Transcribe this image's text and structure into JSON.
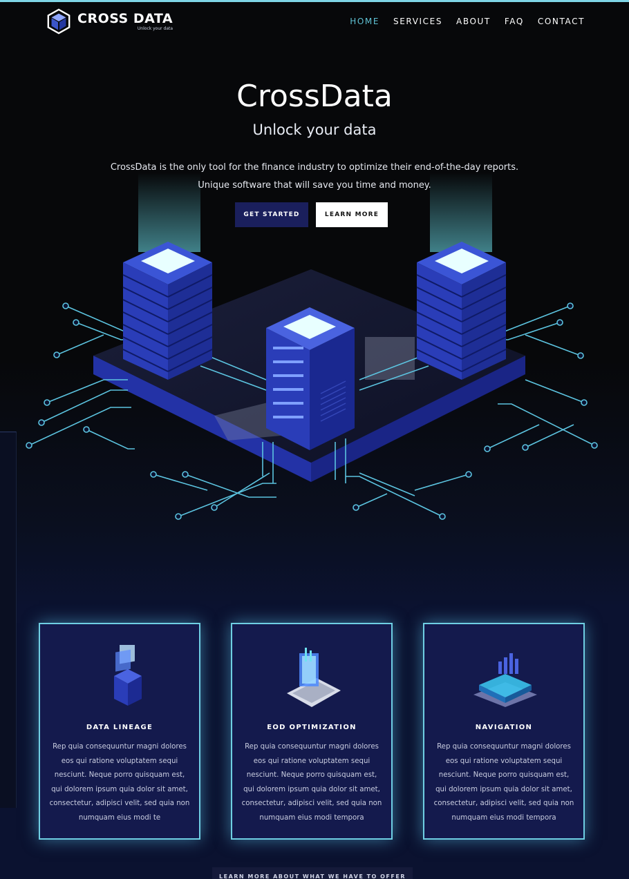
{
  "brand": {
    "name": "CROSS DATA",
    "tagline": "Unlock your data"
  },
  "nav": {
    "items": [
      {
        "label": "HOME",
        "active": true
      },
      {
        "label": "SERVICES",
        "active": false
      },
      {
        "label": "ABOUT",
        "active": false
      },
      {
        "label": "FAQ",
        "active": false
      },
      {
        "label": "CONTACT",
        "active": false
      }
    ]
  },
  "hero": {
    "title": "CrossData",
    "subtitle": "Unlock your data",
    "description_line1": "CrossData is the only tool for the finance industry to optimize their end-of-the-day reports.",
    "description_line2": "Unique software that will save you time and money.",
    "primary_button": "GET STARTED",
    "secondary_button": "LEARN MORE"
  },
  "features": [
    {
      "icon": "data-lineage-icon",
      "title": "DATA LINEAGE",
      "body": "Rep quia consequuntur magni dolores eos qui ratione voluptatem sequi nesciunt. Neque porro quisquam est, qui dolorem ipsum quia dolor sit amet, consectetur, adipisci velit, sed quia non numquam eius modi te"
    },
    {
      "icon": "laptop-chart-icon",
      "title": "EOD OPTIMIZATION",
      "body": "Rep quia consequuntur magni dolores eos qui ratione voluptatem sequi nesciunt. Neque porro quisquam est, qui dolorem ipsum quia dolor sit amet, consectetur, adipisci velit, sed quia non numquam eius modi tempora"
    },
    {
      "icon": "navigation-platform-icon",
      "title": "NAVIGATION",
      "body": "Rep quia consequuntur magni dolores eos qui ratione voluptatem sequi nesciunt. Neque porro quisquam est, qui dolorem ipsum quia dolor sit amet, consectetur, adipisci velit, sed quia non numquam eius modi tempora"
    }
  ],
  "footer_cta": "LEARN MORE ABOUT WHAT WE HAVE TO OFFER",
  "colors": {
    "accent": "#5fc2d4",
    "card_background": "#141a4d",
    "card_border": "#6fcfe3",
    "primary_button": "#1a1f5c",
    "server_blue": "#2c3fb0"
  }
}
